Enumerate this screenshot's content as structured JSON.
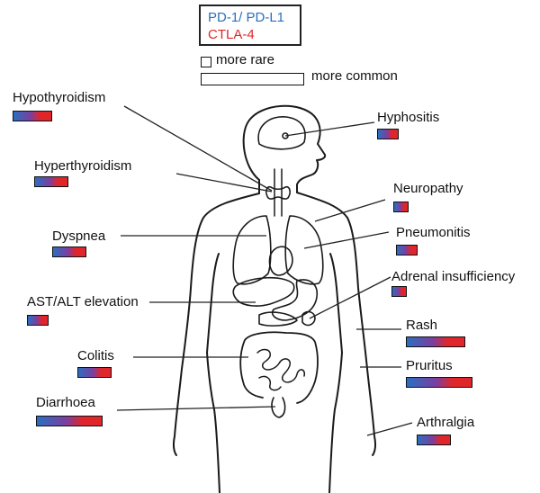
{
  "legend": {
    "pd1_label": "PD-1/ PD-L1",
    "ctla4_label": "CTLA-4",
    "pd1_color": "#2b6fc0",
    "ctla4_color": "#e0262b",
    "rare_label": "more rare",
    "common_label": "more common"
  },
  "adverse_events": [
    {
      "name": "Hypothyroidism",
      "frequency": 0.48
    },
    {
      "name": "Hyperthyroidism",
      "frequency": 0.4
    },
    {
      "name": "Dyspnea",
      "frequency": 0.4
    },
    {
      "name": "AST/ALT elevation",
      "frequency": 0.2
    },
    {
      "name": "Colitis",
      "frequency": 0.4
    },
    {
      "name": "Diarrhoea",
      "frequency": 0.92
    },
    {
      "name": "Hyphositis",
      "frequency": 0.2
    },
    {
      "name": "Neuropathy",
      "frequency": 0.1
    },
    {
      "name": "Pneumonitis",
      "frequency": 0.2
    },
    {
      "name": "Adrenal insufficiency",
      "frequency": 0.1
    },
    {
      "name": "Rash",
      "frequency": 0.8
    },
    {
      "name": "Pruritus",
      "frequency": 0.92
    },
    {
      "name": "Arthralgia",
      "frequency": 0.4
    }
  ]
}
